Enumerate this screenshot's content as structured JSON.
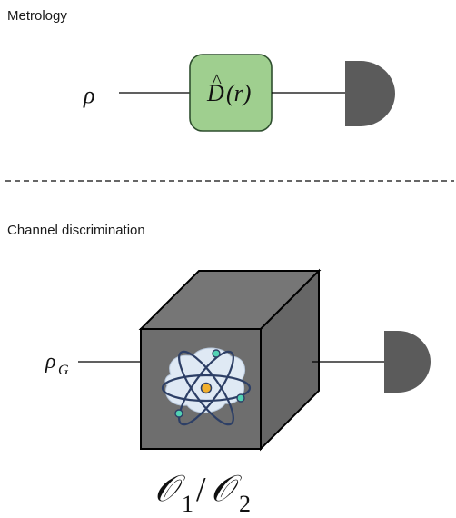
{
  "metrology": {
    "section_title": "Metrology",
    "input_state": "ρ",
    "operator": {
      "hat": "^",
      "symbol": "D",
      "argument": "(r)"
    },
    "gate_fill": "#9fcf8f",
    "gate_stroke": "#2f4f2f",
    "detector_color": "#5b5b5b"
  },
  "separator": {
    "style": "dashed",
    "color": "#333333"
  },
  "channel": {
    "section_title": "Channel discrimination",
    "input_state": {
      "symbol": "ρ",
      "subscript": "G"
    },
    "box_color": "#6e6e6e",
    "box_side_color": "#666666",
    "box_top_color": "#767676",
    "atom_icon": "atom-icon",
    "label": {
      "first_symbol": "𝒪",
      "first_index": "1",
      "slash": "/",
      "second_symbol": "𝒪",
      "second_index": "2"
    },
    "detector_color": "#5b5b5b"
  }
}
